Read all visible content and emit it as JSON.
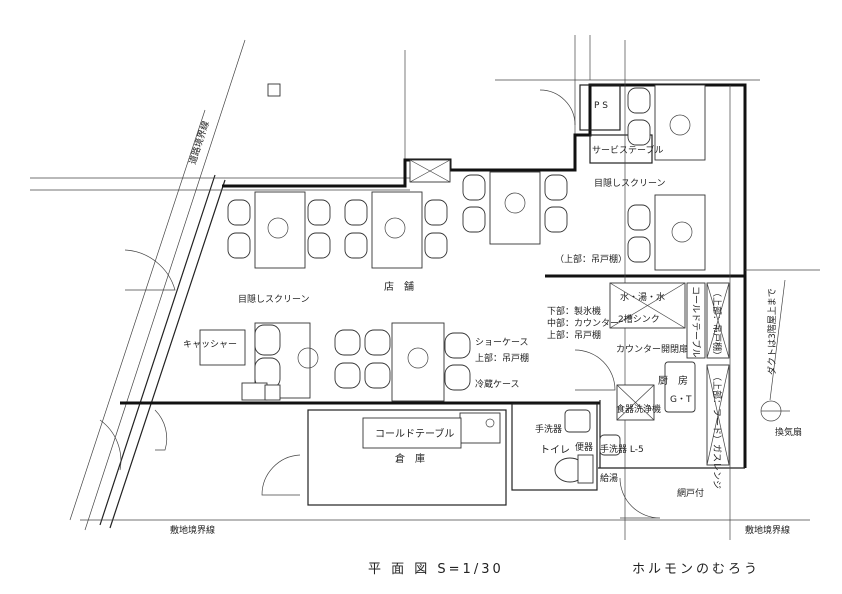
{
  "title": "平 面 図 S=1/30",
  "shop_name": "ホルモンのむろう",
  "labels": {
    "road_boundary": "道路境界線",
    "ps": "P S",
    "service_table": "サービステーブル",
    "screen_top": "目隠しスクリーン",
    "upper_cabinet_top": "（上部：吊戸棚）",
    "store": "店　舗",
    "screen_left": "目隠しスクリーン",
    "cashier": "キャッシャー",
    "showcase": "ショーケース",
    "upper_cabinet_mid": "上部：吊戸棚",
    "fridge_case": "冷蔵ケース",
    "lower_ice": "下部：製氷機",
    "middle_counter": "中部：カウンター",
    "upper_cabinet_left": "上部：吊戸棚",
    "sink_water": "水・湯・水",
    "two_sink": "2槽シンク",
    "counter_door": "カウンター開閉扉",
    "kitchen": "厨　房",
    "grease_trap": "G・T",
    "dishwasher": "食器洗浄機",
    "cold_table_right": "コールドテーブル",
    "upper_cabinet_right": "（上部：吊戸棚）",
    "hood_range": "（上部：フード）ガスレンジ",
    "duct_note": "ダクトは3階屋上まで",
    "fan": "換気扇",
    "cold_table_storage": "コールドテーブル",
    "storage": "倉　庫",
    "hand_wash": "手洗器",
    "toilet": "トイレ",
    "toilet_bowl": "便器",
    "hand_wash_l5": "手洗器 L-5",
    "hot_water": "給湯",
    "screen_door": "網戸付",
    "site_boundary_left": "敷地境界線",
    "site_boundary_right": "敷地境界線"
  }
}
